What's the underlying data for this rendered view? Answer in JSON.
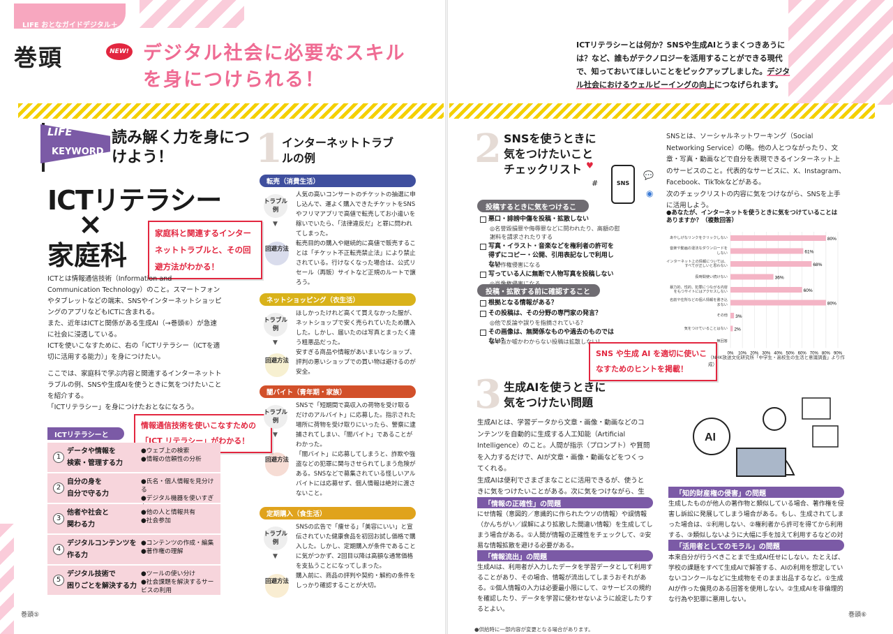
{
  "header": {
    "tagline": "LIFE おとなガイドデジタル＋",
    "section": "巻頭",
    "new_badge": "NEW!",
    "headline_1": "デジタル社会に必要なスキル",
    "headline_2": "を身につけられる！",
    "intro": "ICTリテラシーとは何か？SNSや生成AIとうまくつきあうには？など、誰もがテクノロジーを活用することができる現代で、知っておいてほしいことをピックアップしました。",
    "intro_underline": "デジタル社会におけるウェルビーイングの向上",
    "intro_end": "につなげられます。"
  },
  "left": {
    "pennant_1": "LIFE",
    "pennant_2": "KEYWORD",
    "lk_title": "読み解く力を身につけよう！",
    "big_1": "ICTリテラシー",
    "big_x": "×",
    "big_2": "家庭科",
    "callout_1": "家庭科と関連するインターネットトラブルと、その回避方法がわかる！",
    "body_1": "ICTとは情報通信技術（Information and Communication Technology）のこと。スマートフォンやタブレットなどの端末、SNSやインターネットショッピングのアプリなどもICTに含まれる。",
    "body_2": "また、近年はICTと関係がある生成AI（→巻頭⑥）が急速に社会に浸透している。",
    "body_3": "ICTを使いこなすために、右の「ICTリテラシー（ICTを適切に活用する能力）」を身につけたい。",
    "body_4": "ここでは、家庭科で学ぶ内容と関連するインターネットトラブルの例、SNSや生成AIを使うときに気をつけたいことを紹介する。",
    "body_5": "「ICTリテラシー」を身につけたおとなになろう。",
    "callout_2": "情報通信技術を使いこなすための「ICT リテラシー」がわかる！",
    "ict_head": "ICTリテラシーとは？",
    "ict_rows": [
      {
        "num": "1",
        "title_1": "データや情報を",
        "title_2": "検索・管理する力",
        "d1": "●ウェブ上の検索",
        "d2": "●情報の信頼性の分析"
      },
      {
        "num": "2",
        "title_1": "自分の身を",
        "title_2": "自分で守る力",
        "d1": "●氏名・個人情報を見分ける",
        "d2": "●デジタル機器を使いすぎない"
      },
      {
        "num": "3",
        "title_1": "他者や社会と",
        "title_2": "関わる力",
        "d1": "●他の人と情報共有",
        "d2": "●社会参加"
      },
      {
        "num": "4",
        "title_1": "デジタルコンテンツを",
        "title_2": "作る力",
        "d1": "●コンテンツの作成・編集",
        "d2": "●著作権の理解"
      },
      {
        "num": "5",
        "title_1": "デジタル技術で",
        "title_2": "困りごとを解決する力",
        "d1": "●ツールの使い分け",
        "d2": "●社会課題を解決するサービスの利用"
      }
    ],
    "page_no": "巻頭⑤"
  },
  "trouble": {
    "num": "1",
    "title": "インターネットトラブルの例",
    "label_trouble": "トラブル例",
    "label_avoid": "回避方法",
    "arrow": "▼",
    "cases": [
      {
        "pill": "転売（消費生活）",
        "color": "#3f4f9e",
        "trouble": "人気の高いコンサートのチケットの抽選に申し込んで、運よく購入できたチケットをSNSやフリマアプリで高値で転売してお小遣いを稼いでいたら、「法律違反だ」と罪に問われてしまった。",
        "avoid": "転売目的の購入や継続的に高値で販売することは「チケット不正転売禁止法」により禁止されている。行けなくなった場合は、公式リセール（再販）サイトなど正規のルートで譲ろう。"
      },
      {
        "pill": "ネットショッピング（衣生活）",
        "color": "#d9b21a",
        "trouble": "ほしかったけれど高くて買えなかった服が、ネットショップで安く売られていたため購入した。しかし、届いたのは写真とまったく違う粗悪品だった。",
        "avoid": "安すぎる商品や情報があいまいなショップ、評判の悪いショップでの買い物は避けるのが安全。"
      },
      {
        "pill": "闇バイト（青年期・家族）",
        "color": "#d2502a",
        "trouble": "SNSで「短期間で高収入の荷物を受け取るだけのアルバイト」に応募した。指示された場所に荷物を受け取りにいったら、警察に逮捕されてしまい、「闇バイト」であることがわかった。",
        "avoid": "「闇バイト」に応募してしまうと、詐欺や強盗などの犯罪に関与させられてしまう危険がある。SNSなどで募集されている怪しいアルバイトには応募せず、個人情報は絶対に渡さないこと。"
      },
      {
        "pill": "定期購入（食生活）",
        "color": "#e0a31c",
        "trouble": "SNSの広告で「痩せる」「美容にいい」と宣伝されていた健康食品を初回お試し価格で購入した。しかし、定期購入が条件であることに気がつかず、2回目以降は高額な通常価格を支払うことになってしまった。",
        "avoid": "購入前に、商品の評判や契約・解約の条件をしっかり確認することが大切。"
      }
    ]
  },
  "sns": {
    "num": "2",
    "title_1": "SNSを使うときに",
    "title_2": "気をつけたいこと",
    "title_3": "チェックリスト",
    "phone": "SNS",
    "intro": "SNSとは、ソーシャルネットワーキング（Social Networking Service）の略。他の人とつながったり、文章・写真・動画などで自分を表現できるインターネット上のサービスのこと。代表的なサービスに、X、Instagram、Facebook、TikTokなどがある。",
    "intro_2": "次のチェックリストの内容に気をつけながら、SNSを上手に活用しよう。",
    "pill_1": "投稿するときに気をつけること",
    "items_1": [
      {
        "t": "悪口・誹謗中傷を投稿・拡散しない",
        "s": "◎名誉毀損罪や侮辱罪などに問われたり、高額の慰謝料を請求されたりする"
      },
      {
        "t": "写真・イラスト・音楽などを権利者の許可を得ずにコピー・公開、引用表記なしで利用しない",
        "s": "◎著作権侵害になる"
      },
      {
        "t": "写っている人に無断で人物写真を投稿しない",
        "s": "◎肖像権侵害になる"
      }
    ],
    "pill_2": "投稿・拡散する前に確認すること",
    "items_2": [
      {
        "t": "根拠となる情報がある？",
        "s": ""
      },
      {
        "t": "その投稿は、その分野の専門家の発言？",
        "s": "◎他で反論や誤りを指摘されている？"
      },
      {
        "t": "その画像は、無関係なものや過去のものではない？",
        "s": "◎本当か嘘かわからない投稿は拡散しない！"
      }
    ],
    "callout": "SNS や生成 AI を適切に使いこなすためのヒントを掲載！"
  },
  "chart_data": {
    "type": "bar",
    "title": "●あなたが、インターネットを使うときに気をつけていることはありますか？（複数回答）",
    "categories": [
      "あやしげなリンクをクリックしない",
      "音楽や動画の違法なダウンロードをしない",
      "インターネット上の情報については、すべてが正しいと思わない",
      "長時間使い続けない",
      "暴力的、性的、犯罪につながる内容をもつサイトにはアクセスしない",
      "名前や住所などの個人情報を書き込まない",
      "その他",
      "気をつけていることはない",
      "無回答"
    ],
    "values": [
      80,
      61,
      68,
      36,
      60,
      80,
      3,
      2,
      0
    ],
    "value_labels": [
      "80%",
      "61%",
      "68%",
      "36%",
      "60%",
      "80%",
      "3%",
      "2%",
      "0%"
    ],
    "xlim": [
      0,
      90
    ],
    "ticks": [
      "0%",
      "10%",
      "20%",
      "30%",
      "40%",
      "50%",
      "60%",
      "70%",
      "80%",
      "90%"
    ],
    "source": "（NHK放送文化研究所「中学生・高校生の生活と意識調査」より作成）",
    "color": "#f4b4c5"
  },
  "ai": {
    "num": "3",
    "title_1": "生成AIを使うときに",
    "title_2": "気をつけたい問題",
    "ai_label": "AI",
    "body_1": "生成AIとは、学習データから文章・画像・動画などのコンテンツを自動的に生成する人工知能（Artificial Intelligence）のこと。人間が指示（プロンプト）や質問を入力するだけで、AIが文章・画像・動画などをつくってくれる。",
    "body_2": "生成AIは便利でさまざまなことに活用できるが、使うときに気をつけたいことがある。次に気をつけながら、生成AIとうまくつきあおう。",
    "p1": "「情報の正確性」の問題",
    "t1": "にせ情報（意図的／意識的に作られたウソの情報）や誤情報（かんちがい／誤解により拡散した間違い情報）を生成してしまう場合がある。①人間が情報の正確性をチェックして、②安易な情報拡散を避ける必要がある。",
    "p2": "「情報流出」の問題",
    "t2": "生成AIは、利用者が入力したデータを学習データとして利用することがあり、その場合、情報が流出してしまうおそれがある。①個人情報の入力は必要最小限にして、②サービスの規約を確認したり、データを学習に使わせないように設定したりするとよい。",
    "p3": "「知的財産権の侵害」の問題",
    "t3": "生成したものが他人の著作物と類似している場合、著作権を侵害し訴訟に発展してしまう場合がある。もし、生成されてしまった場合は、①利用しない、②権利者から許可を得てから利用する、③類似しないように大幅に手を加えて利用するなどの対応が必要である。",
    "p4": "「活用者としてのモラル」の問題",
    "t4": "本来自分が行うべきことまで生成AI任せにしない。たとえば、学校の課題をすべて生成AIで解答する、AIの利用を想定していないコンクールなどに生成物をそのまま出品するなど。①生成AIが作った偏見のある回答を使用しない。②生成AIを非倫理的な行為や犯罪に悪用しない。",
    "page_no": "巻頭⑥"
  },
  "footer": {
    "note": "●供給時に一部内容が変更となる場合があります。"
  }
}
